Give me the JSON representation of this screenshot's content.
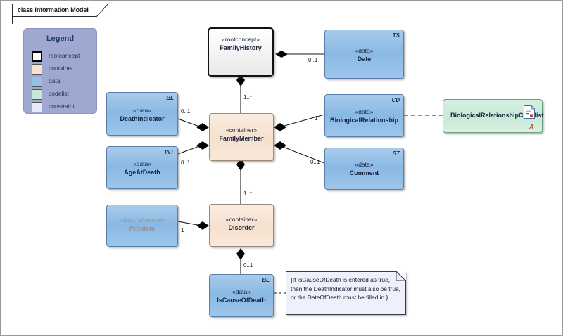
{
  "frame": {
    "title": "class Information Model"
  },
  "legend": {
    "title": "Legend",
    "items": [
      {
        "label": "rootconcept",
        "color": "#ffffff",
        "kind": "rootconcept"
      },
      {
        "label": "container",
        "color": "#fae3ce",
        "kind": "container"
      },
      {
        "label": "data",
        "color": "#93c0e8",
        "kind": "data"
      },
      {
        "label": "codelist",
        "color": "#c5e9d6",
        "kind": "codelist"
      },
      {
        "label": "constraint",
        "color": "#e6e8f7",
        "kind": "constraint"
      }
    ]
  },
  "classes": [
    {
      "id": "familyhistory",
      "stereotype": "«rootconcept»",
      "name": "FamilyHistory",
      "corner": "",
      "kind": "rootconcept"
    },
    {
      "id": "date",
      "stereotype": "«data»",
      "name": "Date",
      "corner": "TS",
      "kind": "data"
    },
    {
      "id": "deathindicator",
      "stereotype": "«data»",
      "name": "DeathIndicator",
      "corner": "BL",
      "kind": "data"
    },
    {
      "id": "ageatdeath",
      "stereotype": "«data»",
      "name": "AgeAtDeath",
      "corner": "INT",
      "kind": "data"
    },
    {
      "id": "familymember",
      "stereotype": "«container»",
      "name": "FamilyMember",
      "corner": "",
      "kind": "container"
    },
    {
      "id": "biologicalrelationship",
      "stereotype": "«data»",
      "name": "BiologicalRelationship",
      "corner": "CD",
      "kind": "data"
    },
    {
      "id": "comment",
      "stereotype": "«data»",
      "name": "Comment",
      "corner": "ST",
      "kind": "data"
    },
    {
      "id": "problem",
      "stereotype": "«data,reference»",
      "name": "Problem",
      "corner": "",
      "kind": "data-greyed"
    },
    {
      "id": "disorder",
      "stereotype": "«container»",
      "name": "Disorder",
      "corner": "",
      "kind": "container"
    },
    {
      "id": "iscauseofdeath",
      "stereotype": "«data»",
      "name": "IsCauseOfDeath",
      "corner": "BL",
      "kind": "data"
    },
    {
      "id": "codelist",
      "stereotype": "",
      "name": "BiologicalRelationshipCodelist",
      "corner": "",
      "kind": "codelist"
    }
  ],
  "multiplicities": {
    "date": "0..1",
    "familymember_to_familyhistory": "1..*",
    "deathindicator": "0..1",
    "ageatdeath": "0..1",
    "biologicalrelationship": "1",
    "comment": "0..1",
    "disorder_to_familymember": "1..*",
    "problem": "1",
    "iscauseofdeath": "0..1"
  },
  "note": {
    "text": "{If IsCauseOfDeath is entered as true, then the DeathIndicator must also be true, or the DateOfDeath must be filled in.}"
  },
  "colors": {
    "data": "#93c0e8",
    "container": "#f7e2cf",
    "codelist": "#cde9da",
    "legend_bg": "#9fa8d0",
    "note_bg": "#eef0fa",
    "line": "#1a1a1a"
  }
}
